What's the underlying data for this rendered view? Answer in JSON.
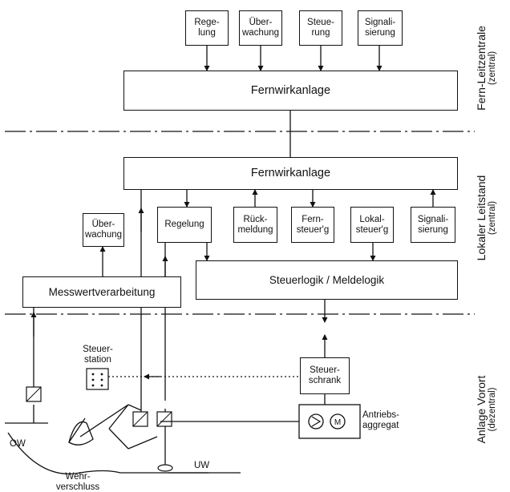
{
  "fern": {
    "boxes": [
      "Rege-\nlung",
      "Über-\nwachung",
      "Steue-\nrung",
      "Signali-\nsierung"
    ],
    "main": "Fernwirkanlage",
    "zone_title": "Fern-Leitzentrale",
    "zone_sub": "(zentral)"
  },
  "lokal": {
    "main": "Fernwirkanlage",
    "boxes": [
      "Über-\nwachung",
      "Regelung",
      "Rück-\nmeldung",
      "Fern-\nsteuer'g",
      "Lokal-\nsteuer'g",
      "Signali-\nsierung"
    ],
    "messwert": "Messwertverarbeitung",
    "steuerlogik": "Steuerlogik / Meldelogik",
    "zone_title": "Lokaler Leitstand",
    "zone_sub": "(zentral)"
  },
  "vorort": {
    "steuerstation": "Steuer-\nstation",
    "steuerschrank": "Steuer-\nschrank",
    "antrieb": "Antriebs-\naggregat",
    "ow": "OW",
    "uw": "UW",
    "wehr": "Wehr-\nverschluss",
    "zone_title": "Anlage Vorort",
    "zone_sub": "(dezentral)"
  }
}
